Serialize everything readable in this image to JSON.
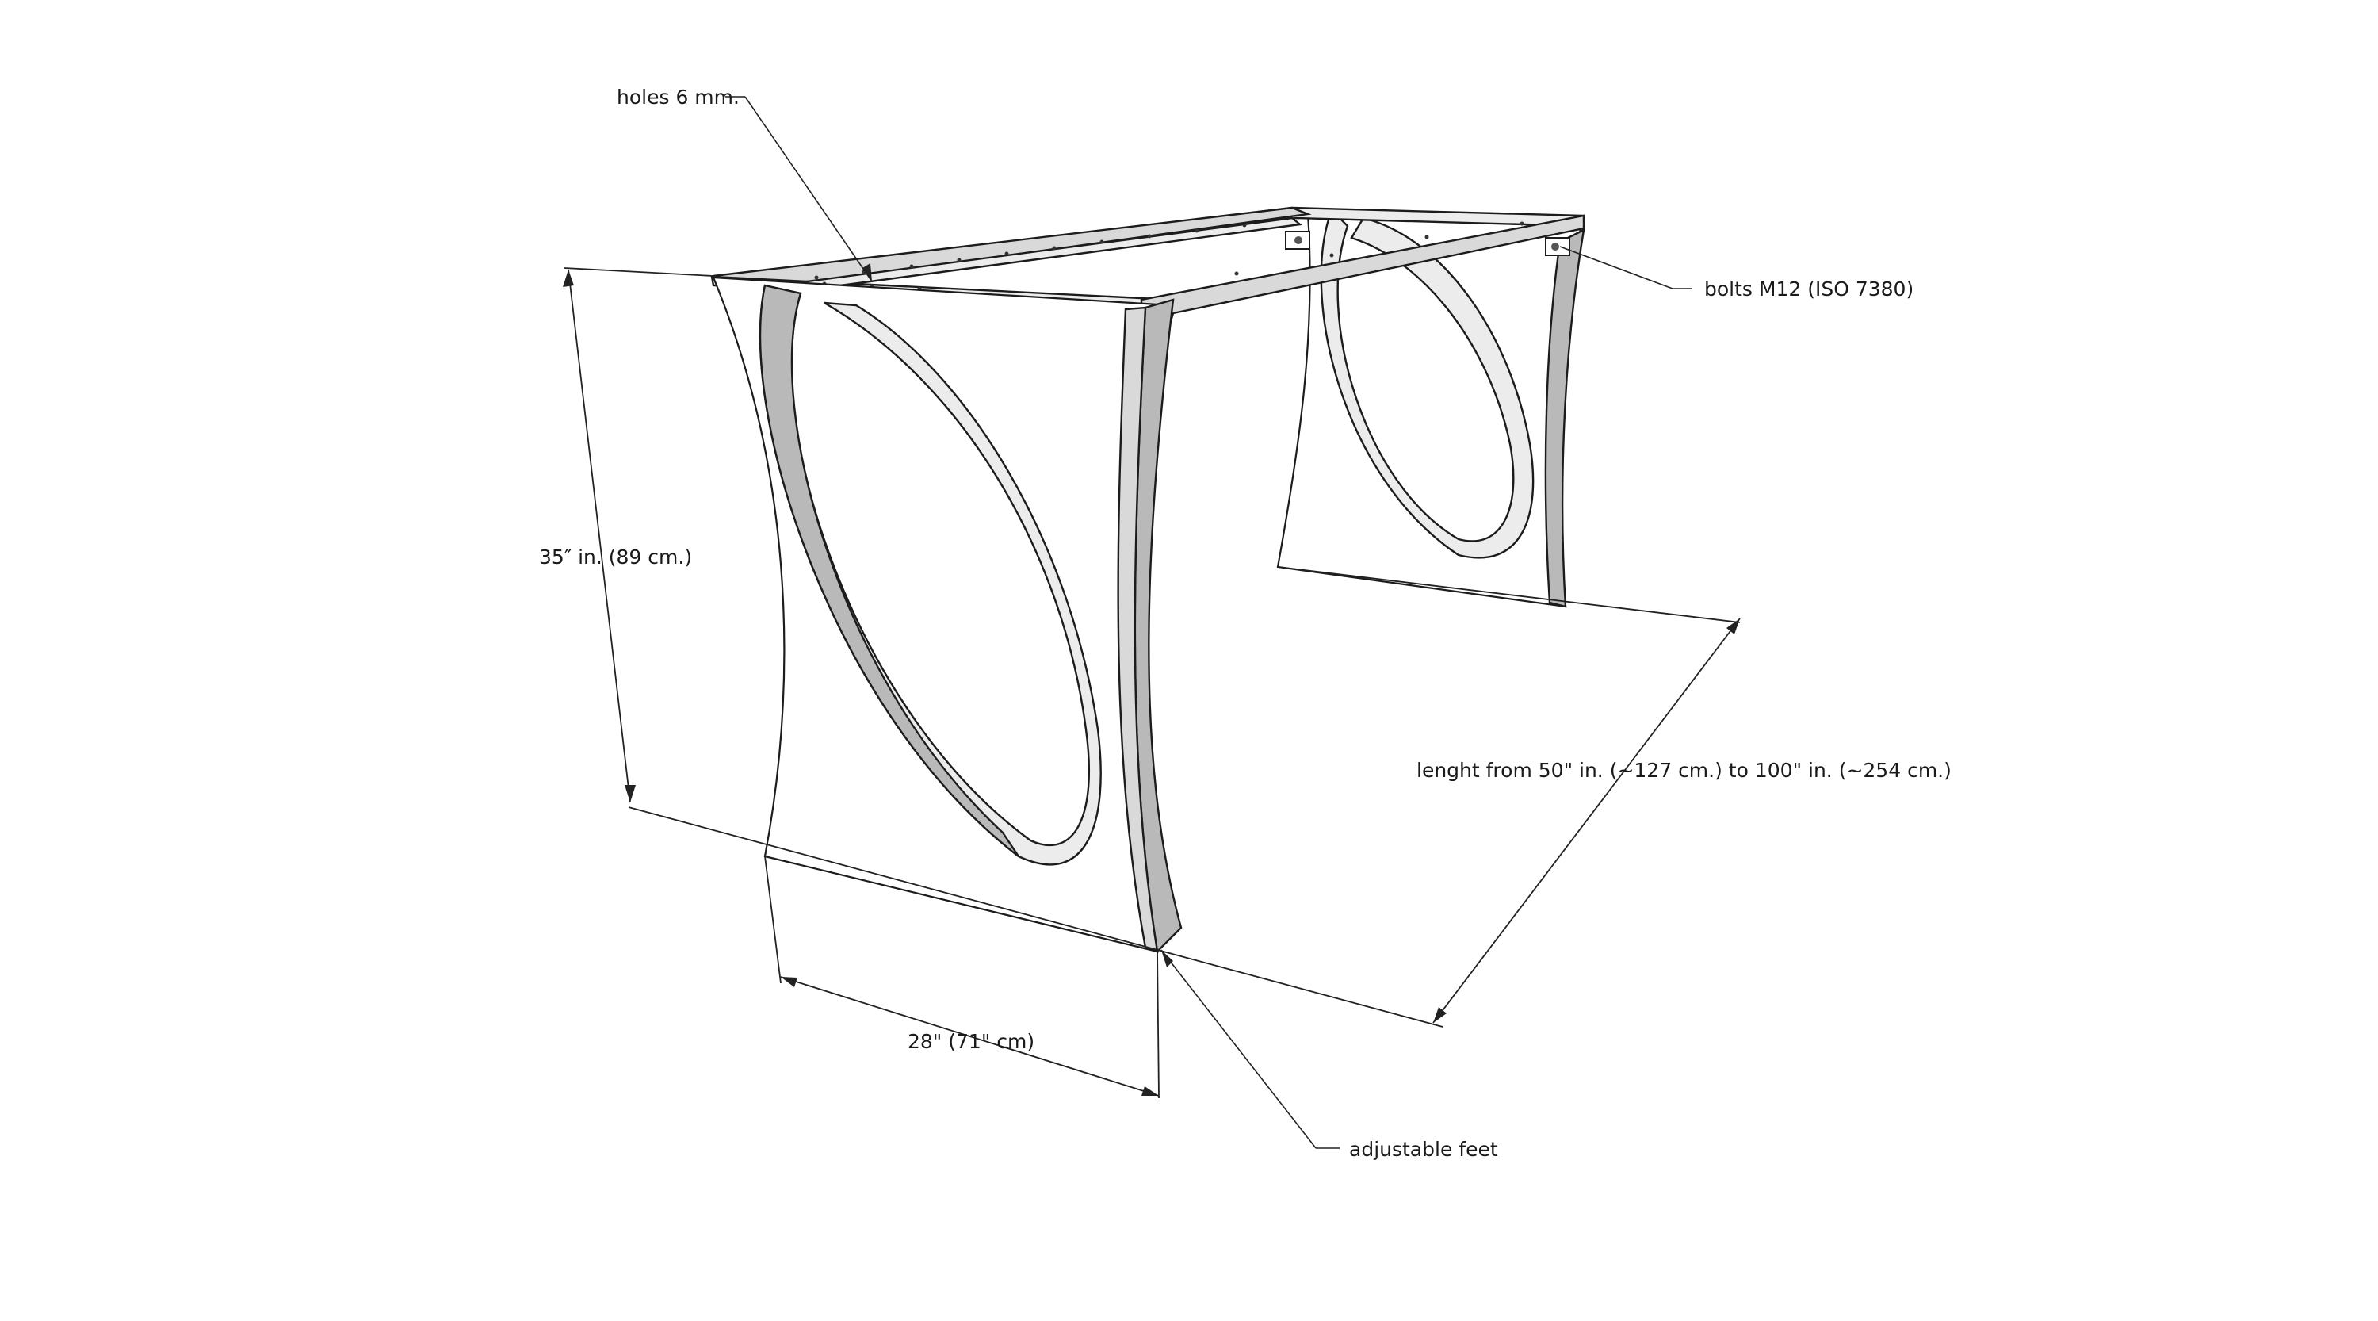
{
  "labels": {
    "holes": "holes 6 mm.",
    "bolts": "bolts M12 (ISO 7380)",
    "height": "35″ in. (89 cm.)",
    "length": "lenght from 50\" in. (~127 cm.) to 100\" in. (~254 cm.)",
    "width": "28\" (71\" cm)",
    "feet": "adjustable feet"
  },
  "colors": {
    "line": "#1c1c1c",
    "metal": "#d9d9d9",
    "metal_dark": "#b9b9b9",
    "background": "#ffffff"
  }
}
